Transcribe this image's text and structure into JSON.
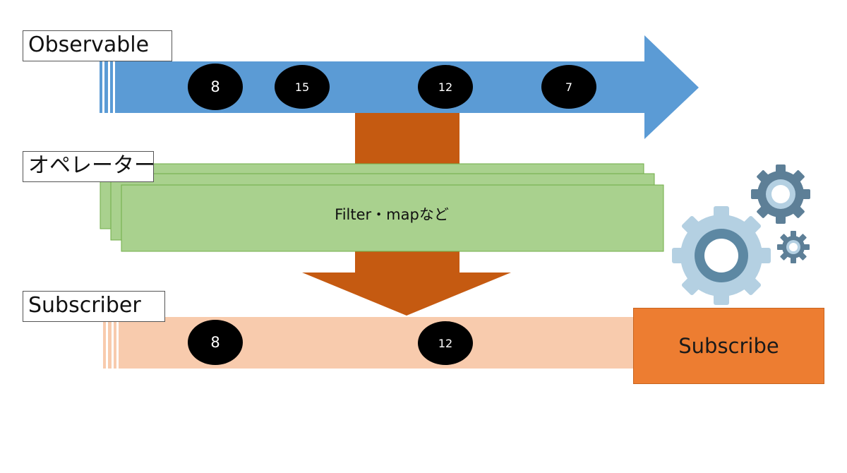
{
  "observable": {
    "label": "Observable",
    "values": [
      "8",
      "15",
      "12",
      "7"
    ],
    "color": "#5b9bd5"
  },
  "operator": {
    "label": "オペレーター",
    "text": "Filter・mapなど",
    "color": "#a9d18e"
  },
  "subscriber": {
    "label": "Subscriber",
    "values": [
      "8",
      "12"
    ],
    "color": "#f8cbad"
  },
  "subscribe": {
    "label": "Subscribe",
    "color": "#ed7d31"
  },
  "flow_arrow": {
    "color": "#c55a11"
  },
  "icons": [
    "gears-icon"
  ]
}
